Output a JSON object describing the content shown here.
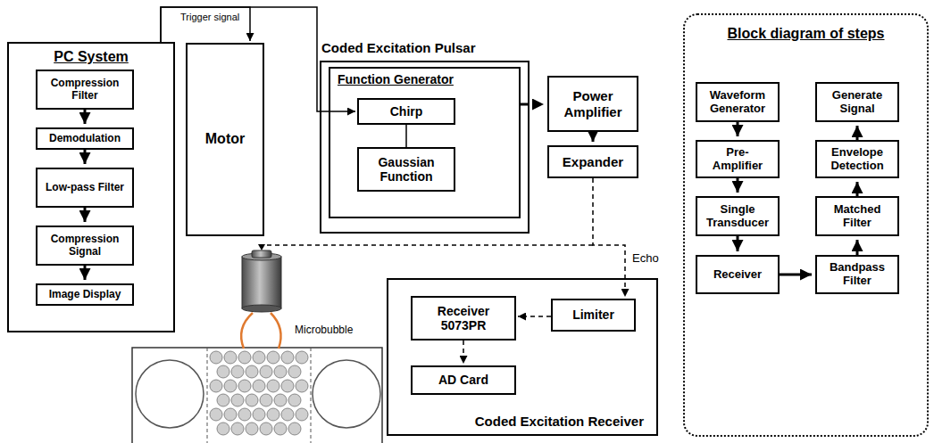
{
  "diagram": {
    "nodes": [
      {
        "text": [
          "PC System"
        ]
      },
      {
        "text": [
          "Compression Filter"
        ],
        "in": 0
      },
      {
        "text": [
          "Demodulation"
        ],
        "in": 0
      },
      {
        "text": [
          "Low-pass Filter"
        ],
        "in": 0
      },
      {
        "text": [
          "Compression Signal"
        ],
        "in": 0
      },
      {
        "text": [
          "Image Display"
        ],
        "in": 0
      },
      {
        "text": [
          "Motor"
        ]
      },
      {
        "text": [
          "Coded Excitation Pulsar"
        ]
      },
      {
        "text": [
          "Function Generator"
        ],
        "in": 7
      },
      {
        "text": [
          "Chirp"
        ],
        "in": 8
      },
      {
        "text": [
          "Gaussian Function"
        ],
        "in": 8
      },
      {
        "text": [
          "Power Amplifier"
        ]
      },
      {
        "text": [
          "Expander"
        ]
      },
      {
        "text": [
          "Coded Excitation Receiver"
        ]
      },
      {
        "text": [
          "Receiver 5073PR"
        ],
        "in": 13
      },
      {
        "text": [
          "Limiter"
        ],
        "in": 13
      },
      {
        "text": [
          "AD Card"
        ],
        "in": 13
      },
      {
        "text": [
          "Block diagram of steps"
        ]
      },
      {
        "text": [
          "Waveform Generator"
        ],
        "in": 17
      },
      {
        "text": [
          "Pre-Amplifier"
        ],
        "in": 17
      },
      {
        "text": [
          "Single Transducer"
        ],
        "in": 17
      },
      {
        "text": [
          "Receiver"
        ],
        "in": 17
      },
      {
        "text": [
          "Generate Signal"
        ],
        "in": 17
      },
      {
        "text": [
          "Envelope Detection"
        ],
        "in": 17
      },
      {
        "text": [
          "Matched Filter"
        ],
        "in": 17
      },
      {
        "text": [
          "Bandpass Filter"
        ],
        "in": 17
      }
    ],
    "edges": [
      {
        "from": 1,
        "to": 2,
        "arrow": "to"
      },
      {
        "from": 2,
        "to": 3,
        "arrow": "to"
      },
      {
        "from": 3,
        "to": 4,
        "arrow": "to"
      },
      {
        "from": 4,
        "to": 5,
        "arrow": "to"
      },
      {
        "from": 0,
        "to": 6,
        "arrow": "to"
      },
      {
        "from": 0,
        "to": 9,
        "arrow": "to"
      },
      {
        "from": 9,
        "to": 10,
        "arrow": "none"
      },
      {
        "from": 8,
        "to": 11,
        "arrow": "to"
      },
      {
        "from": 11,
        "to": 12,
        "arrow": "to"
      },
      {
        "from": 12,
        "to": 15,
        "label": "Echo",
        "arrow": "to"
      },
      {
        "from": 15,
        "to": 14,
        "arrow": "to"
      },
      {
        "from": 14,
        "to": 16,
        "arrow": "to"
      },
      {
        "from": 18,
        "to": 19,
        "arrow": "to"
      },
      {
        "from": 19,
        "to": 20,
        "arrow": "to"
      },
      {
        "from": 20,
        "to": 21,
        "arrow": "to"
      },
      {
        "from": 21,
        "to": 25,
        "arrow": "to"
      },
      {
        "from": 25,
        "to": 24,
        "arrow": "to"
      },
      {
        "from": 24,
        "to": 23,
        "arrow": "to"
      },
      {
        "from": 23,
        "to": 22,
        "arrow": "to"
      }
    ],
    "labels": [
      "Trigger signal",
      "Microbubble"
    ]
  }
}
